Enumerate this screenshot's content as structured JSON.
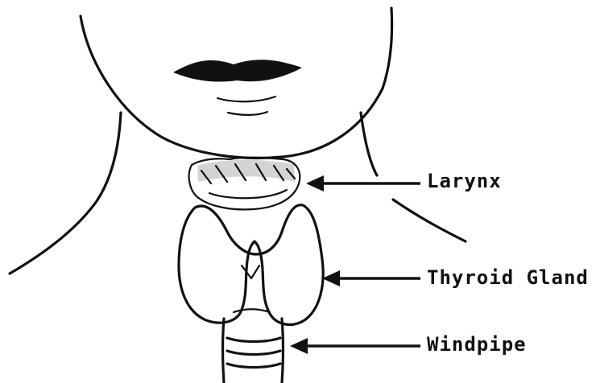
{
  "labels": {
    "larynx": "Larynx",
    "thyroid_gland": "Thyroid Gland",
    "windpipe": "Windpipe"
  },
  "colors": {
    "ink": "#111111",
    "background": "#ffffff"
  }
}
